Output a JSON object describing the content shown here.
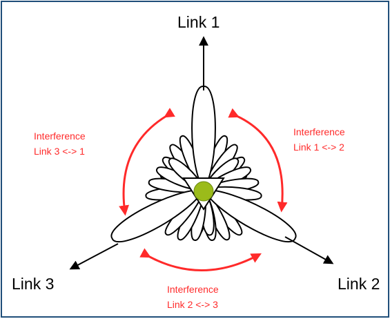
{
  "links": {
    "link1": "Link 1",
    "link2": "Link 2",
    "link3": "Link 3"
  },
  "interference": {
    "link12": {
      "line1": "Interference",
      "line2": "Link 1 <-> 2"
    },
    "link31": {
      "line1": "Interference",
      "line2": "Link 3 <-> 1"
    },
    "link23": {
      "line1": "Interference",
      "line2": "Link 2 <-> 3"
    }
  },
  "colors": {
    "frame": "#1f4e79",
    "lobe_stroke": "#000000",
    "interference": "#ff2a2a",
    "node": "#9bbb1a"
  }
}
